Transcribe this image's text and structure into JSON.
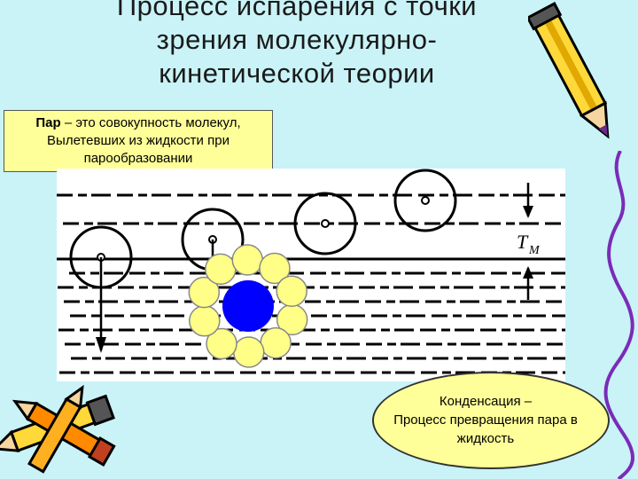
{
  "slide": {
    "title_lines": [
      "Процесс испарения с точки",
      "зрения молекулярно-",
      "кинетической теории"
    ],
    "definition": {
      "term": "Пар",
      "line1_rest": " – это совокупность молекул,",
      "line2": "Вылетевших из жидкости при",
      "line3": "парообразовании"
    },
    "condensation": {
      "line1": "Конденсация –",
      "line2": "Процесс превращения пара в",
      "line3": "жидкость"
    },
    "figure": {
      "label_main": "T",
      "label_sub": "M"
    },
    "colors": {
      "background": "#c9f3f7",
      "box_fill": "#ffff99",
      "central_molecule": "#0000ff",
      "surrounding_molecules": "#ffff88"
    }
  }
}
